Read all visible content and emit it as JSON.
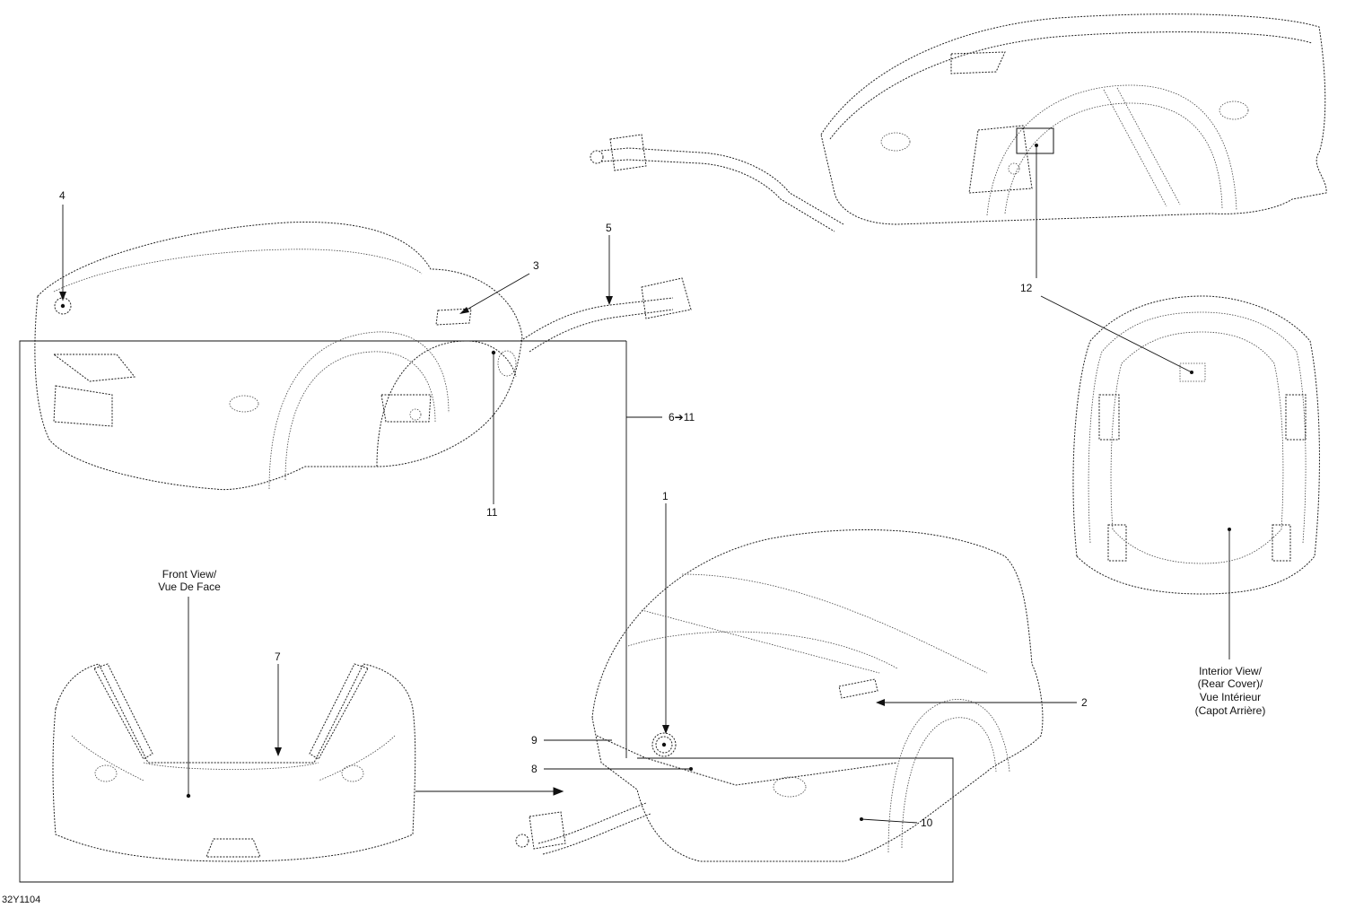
{
  "callouts": {
    "c1": "1",
    "c2": "2",
    "c3": "3",
    "c4": "4",
    "c5": "5",
    "c6_11": "6➔11",
    "c7": "7",
    "c8": "8",
    "c9": "9",
    "c10": "10",
    "c11": "11",
    "c12": "12"
  },
  "views": {
    "front_line1": "Front View/",
    "front_line2": "Vue De Face",
    "interior_line1": "Interior View/",
    "interior_line2": "(Rear Cover)/",
    "interior_line3": "Vue Intérieur",
    "interior_line4": "(Capot Arrière)"
  },
  "figure_id": "32Y1104"
}
